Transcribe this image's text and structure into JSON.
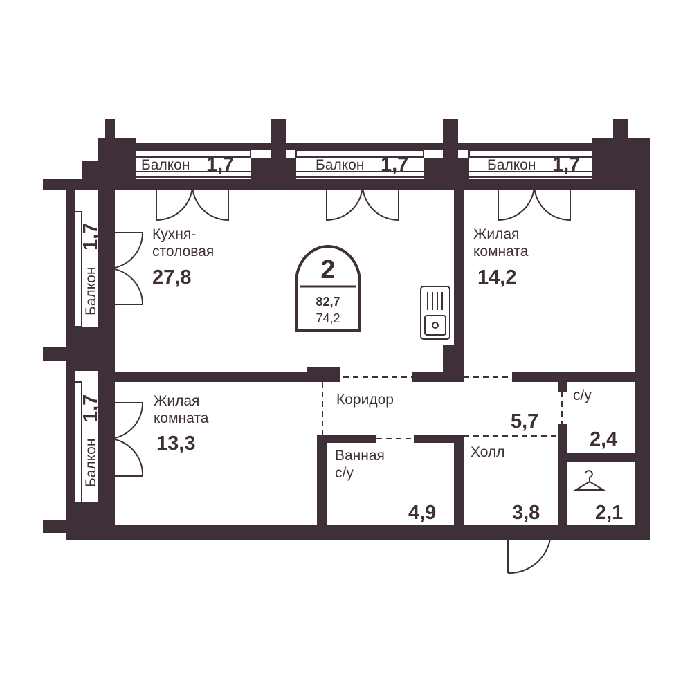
{
  "colors": {
    "wall": "#3f2f38",
    "background": "#ffffff"
  },
  "unit": {
    "rooms_count": "2",
    "total_area": "82,7",
    "living_area": "74,2"
  },
  "balconies": [
    {
      "label": "Балкон",
      "area": "1,7"
    },
    {
      "label": "Балкон",
      "area": "1,7"
    },
    {
      "label": "Балкон",
      "area": "1,7"
    },
    {
      "label": "Балкон",
      "area": "1,7"
    },
    {
      "label": "Балкон",
      "area": "1,7"
    }
  ],
  "rooms": {
    "kitchen": {
      "name_line1": "Кухня-",
      "name_line2": "столовая",
      "area": "27,8"
    },
    "living1": {
      "name_line1": "Жилая",
      "name_line2": "комната",
      "area": "14,2"
    },
    "living2": {
      "name_line1": "Жилая",
      "name_line2": "комната",
      "area": "13,3"
    },
    "corridor": {
      "name": "Коридор",
      "area": "5,7"
    },
    "bathroom": {
      "name_line1": "Ванная",
      "name_line2": "с/у",
      "area": "4,9"
    },
    "hall": {
      "name": "Холл",
      "area": "3,8"
    },
    "wc": {
      "name": "с/у",
      "area": "2,4"
    },
    "wardrobe": {
      "icon": "hanger-icon",
      "area": "2,1"
    }
  }
}
